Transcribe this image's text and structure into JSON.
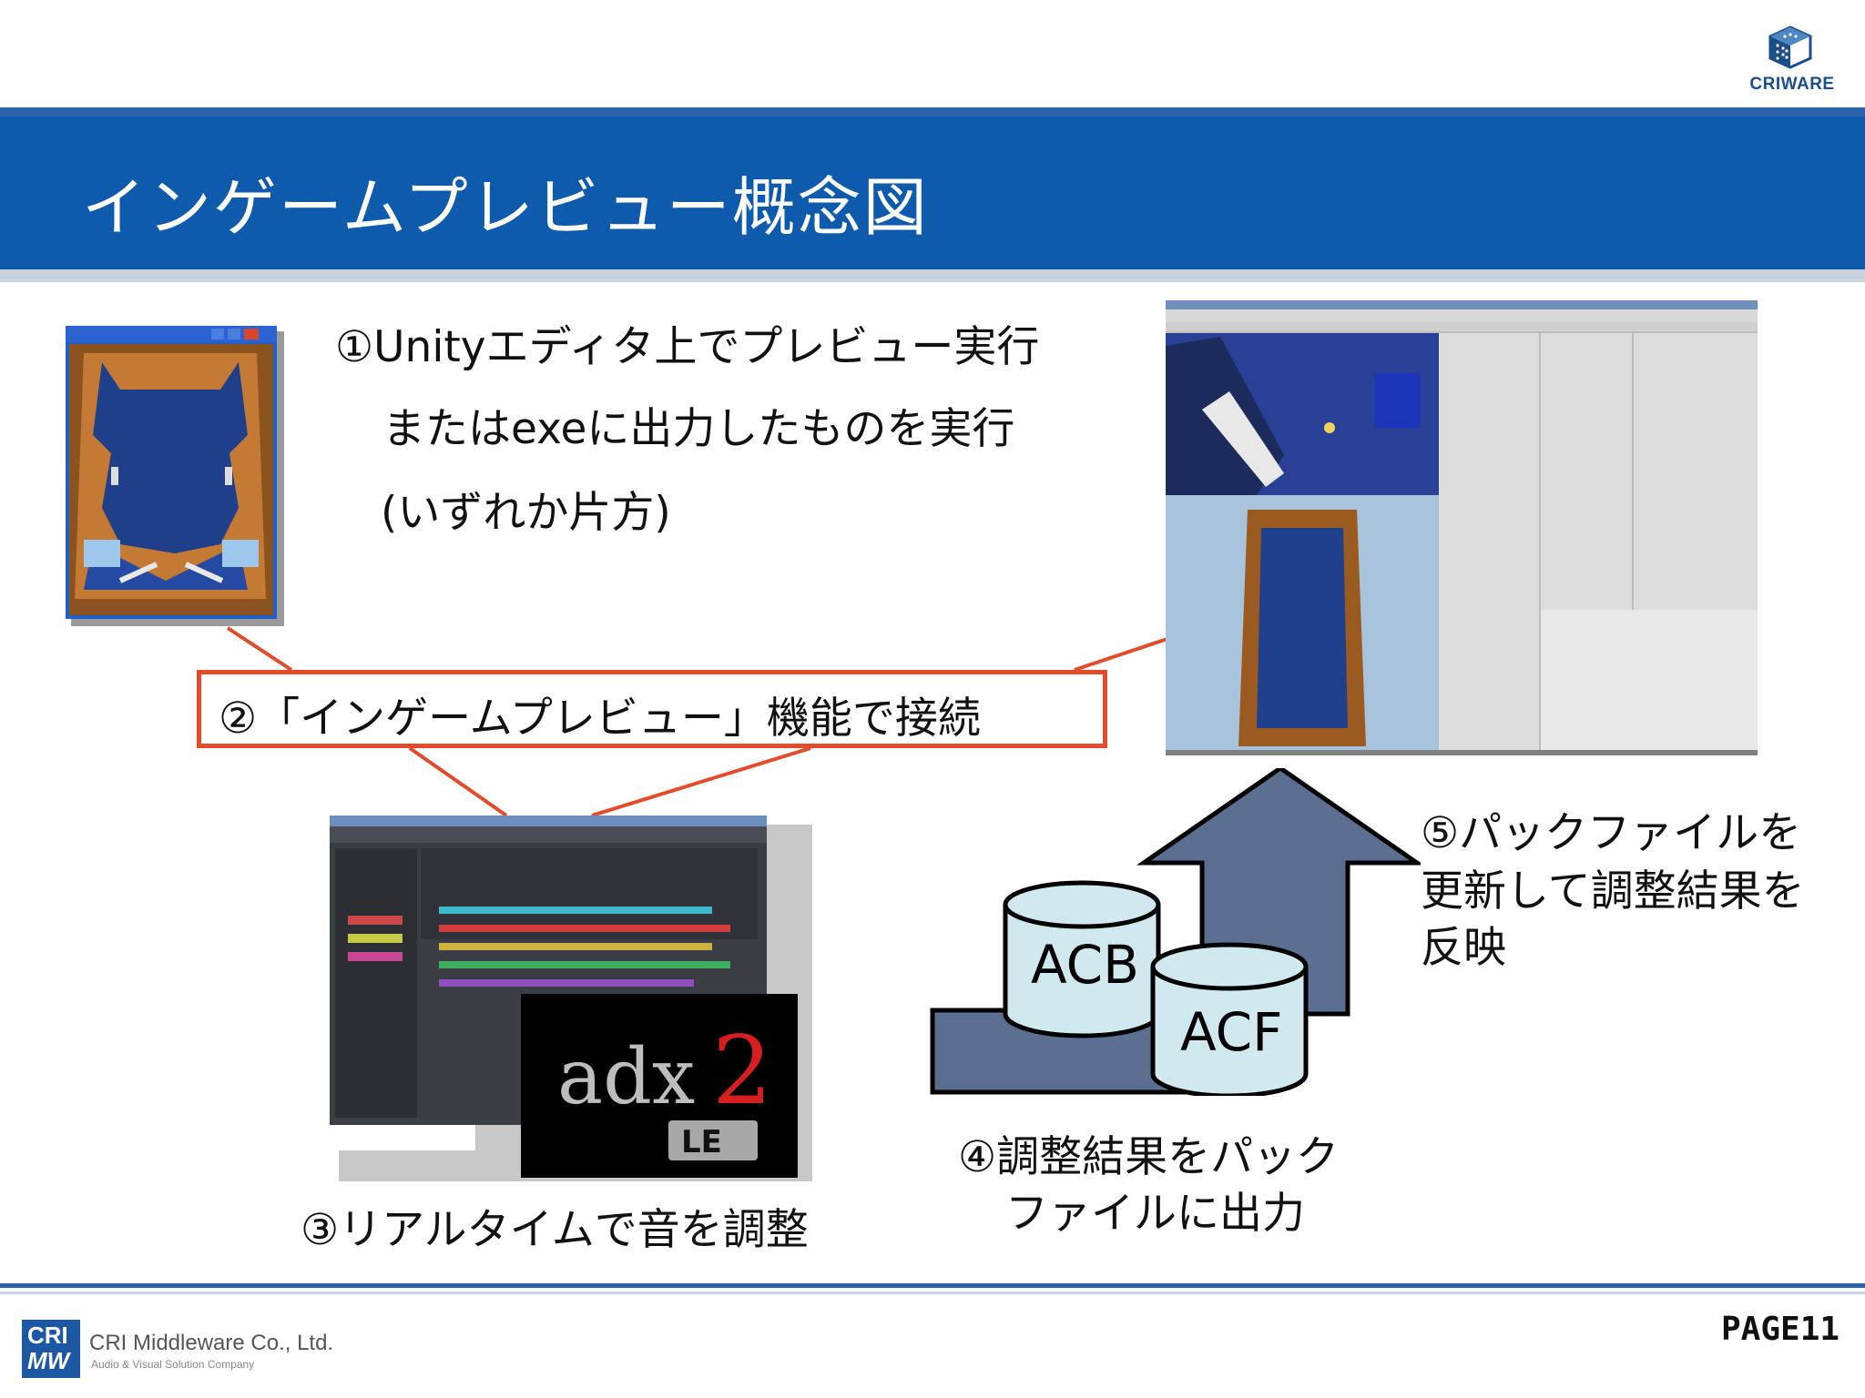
{
  "header": {
    "title": "インゲームプレビュー概念図",
    "logo_text": "CRIWARE"
  },
  "steps": {
    "step1": [
      "①Unityエディタ上でプレビュー実行",
      "またはexeに出力したものを実行",
      "(いずれか片方)"
    ],
    "step2": "②「インゲームプレビュー」機能で接続",
    "step3": "③リアルタイムで音を調整",
    "step4": [
      "④調整結果をパック",
      "ファイルに出力"
    ],
    "step5": [
      "⑤パックファイルを",
      "更新して調整結果を",
      "反映"
    ]
  },
  "diagram": {
    "file1": "ACB",
    "file2": "ACF"
  },
  "adx_logo": {
    "name": "adx",
    "superscript": "2",
    "badge": "LE"
  },
  "footer": {
    "company": "CRI Middleware Co., Ltd.",
    "company_sub": "Audio & Visual Solution Company",
    "page": "PAGE11",
    "mark_top": "CRI",
    "mark_bottom": "MW"
  },
  "colors": {
    "title_band": "#0e5aac",
    "callout_border": "#e34b2a",
    "cylinder_fill": "#cfe9ee",
    "arrow_fill": "#5b6f90"
  }
}
